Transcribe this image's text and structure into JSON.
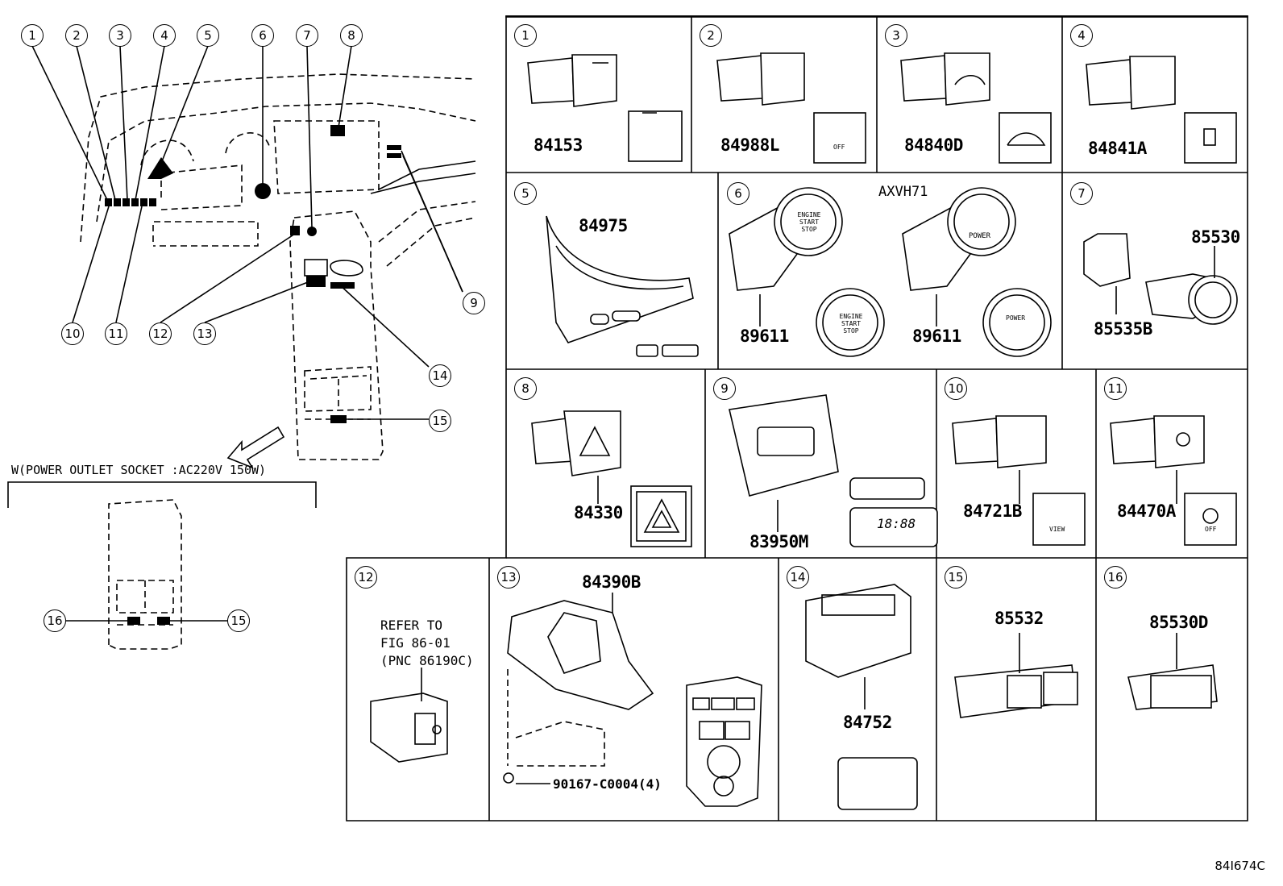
{
  "overview": {
    "callouts_top": [
      "1",
      "2",
      "3",
      "4",
      "5",
      "6",
      "7",
      "8"
    ],
    "callouts_bottom": [
      "10",
      "11",
      "12",
      "13",
      "14",
      "15",
      "9"
    ],
    "power_outlet_title": "W(POWER OUTLET SOCKET :AC220V 150W)",
    "power_outlet_callouts": [
      "16",
      "15"
    ]
  },
  "cells": [
    {
      "num": "1",
      "parts": [
        "84153"
      ]
    },
    {
      "num": "2",
      "parts": [
        "84988L"
      ]
    },
    {
      "num": "3",
      "parts": [
        "84840D"
      ]
    },
    {
      "num": "4",
      "parts": [
        "84841A"
      ]
    },
    {
      "num": "5",
      "parts": [
        "84975"
      ]
    },
    {
      "num": "6",
      "parts": [
        "89611",
        "89611"
      ],
      "note": "AXVH71"
    },
    {
      "num": "7",
      "parts": [
        "85530",
        "85535B"
      ]
    },
    {
      "num": "8",
      "parts": [
        "84330"
      ]
    },
    {
      "num": "9",
      "parts": [
        "83950M"
      ]
    },
    {
      "num": "10",
      "parts": [
        "84721B"
      ]
    },
    {
      "num": "11",
      "parts": [
        "84470A"
      ]
    },
    {
      "num": "12",
      "parts": [],
      "refer": [
        "REFER TO",
        "FIG 86-01",
        "(PNC 86190C)"
      ]
    },
    {
      "num": "13",
      "parts": [
        "84390B",
        "90167-C0004(4)"
      ]
    },
    {
      "num": "14",
      "parts": [
        "84752"
      ]
    },
    {
      "num": "15",
      "parts": [
        "85532"
      ]
    },
    {
      "num": "16",
      "parts": [
        "85530D"
      ]
    }
  ],
  "switch_labels": {
    "engine_start": "ENGINE START STOP",
    "power": "POWER",
    "off": "OFF",
    "view": "VIEW",
    "clock": "18:88"
  },
  "figure_id": "84I674C"
}
